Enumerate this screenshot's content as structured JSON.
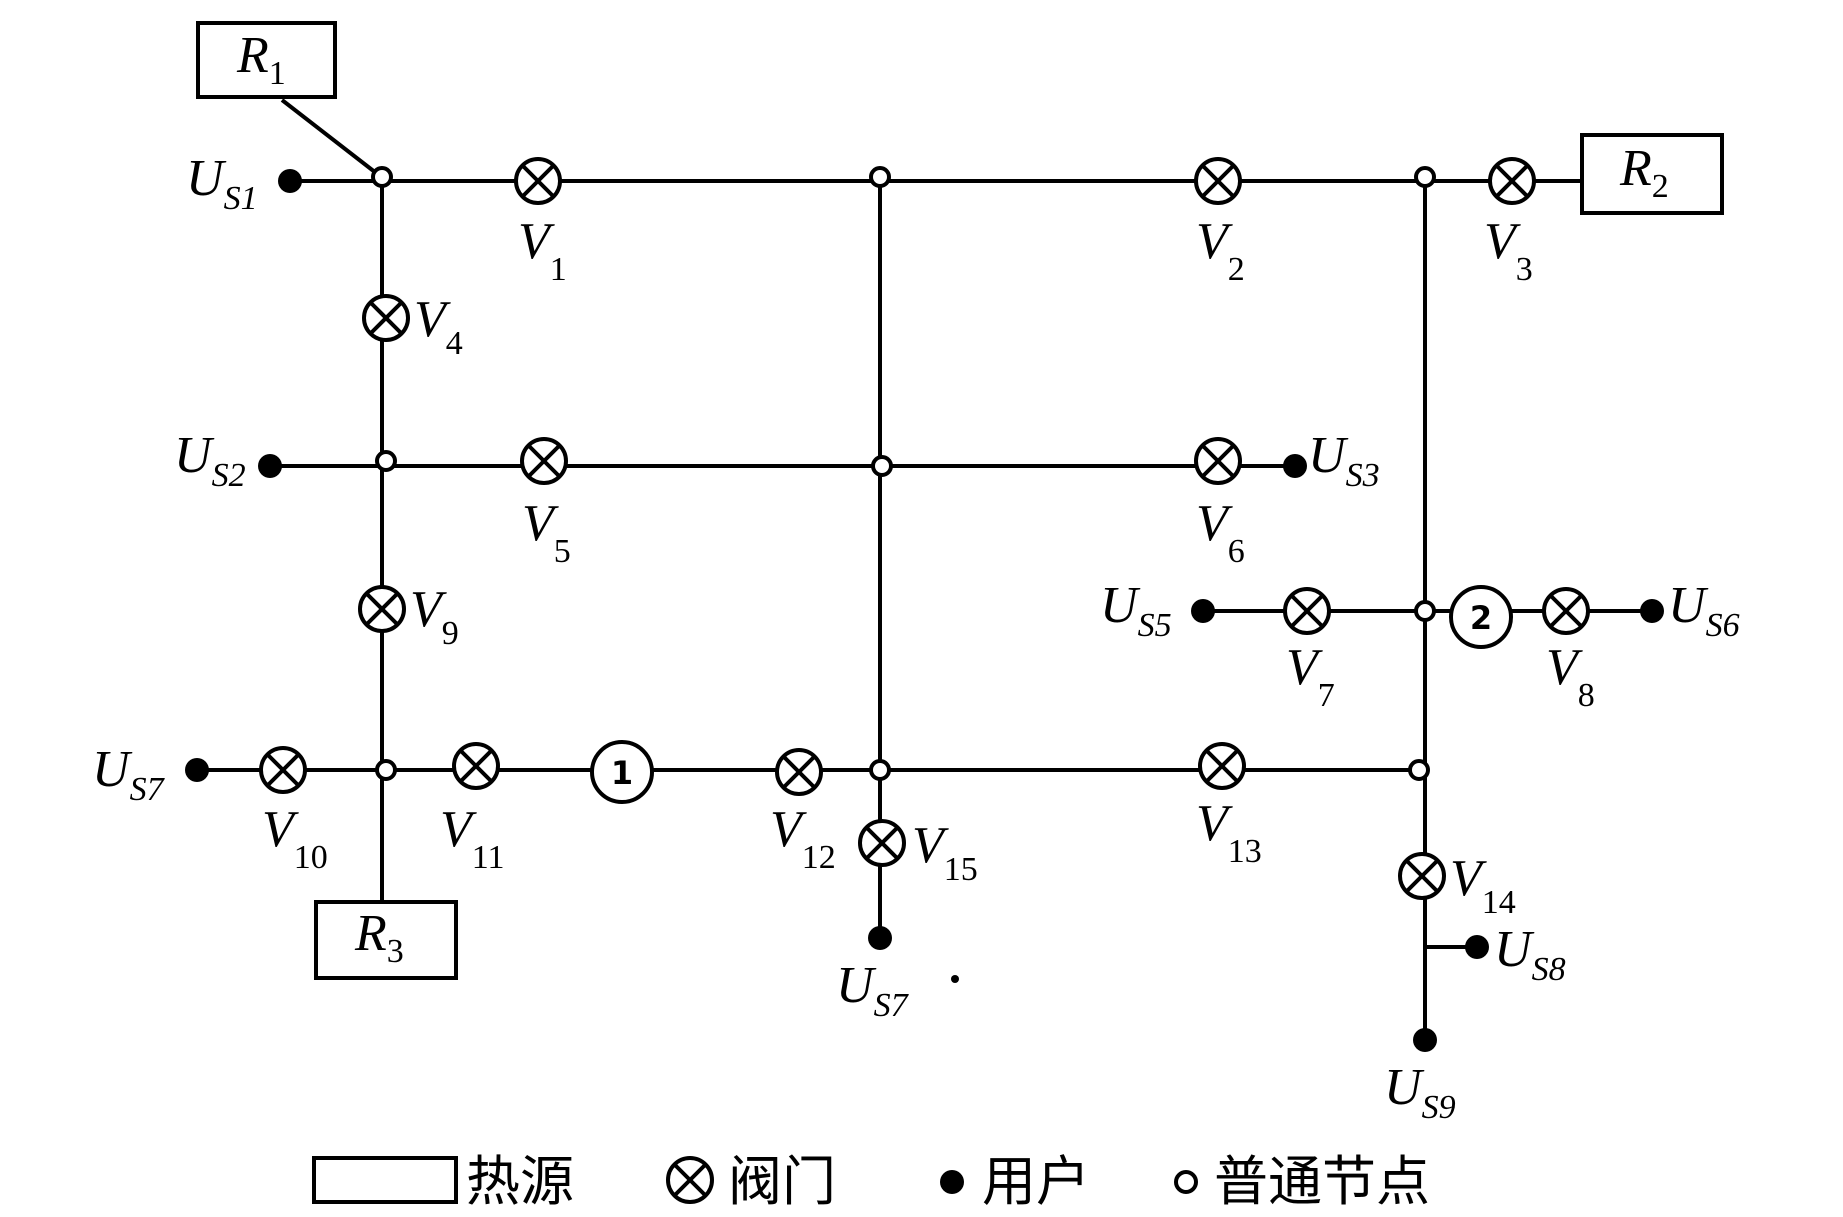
{
  "heat_sources": [
    {
      "id": "R1",
      "letter": "R",
      "sub": "1"
    },
    {
      "id": "R2",
      "letter": "R",
      "sub": "2"
    },
    {
      "id": "R3",
      "letter": "R",
      "sub": "3"
    }
  ],
  "valves": [
    {
      "id": "V1",
      "letter": "V",
      "sub": "1"
    },
    {
      "id": "V2",
      "letter": "V",
      "sub": "2"
    },
    {
      "id": "V3",
      "letter": "V",
      "sub": "3"
    },
    {
      "id": "V4",
      "letter": "V",
      "sub": "4"
    },
    {
      "id": "V5",
      "letter": "V",
      "sub": "5"
    },
    {
      "id": "V6",
      "letter": "V",
      "sub": "6"
    },
    {
      "id": "V7",
      "letter": "V",
      "sub": "7"
    },
    {
      "id": "V8",
      "letter": "V",
      "sub": "8"
    },
    {
      "id": "V9",
      "letter": "V",
      "sub": "9"
    },
    {
      "id": "V10",
      "letter": "V",
      "sub": "10"
    },
    {
      "id": "V11",
      "letter": "V",
      "sub": "11"
    },
    {
      "id": "V12",
      "letter": "V",
      "sub": "12"
    },
    {
      "id": "V13",
      "letter": "V",
      "sub": "13"
    },
    {
      "id": "V14",
      "letter": "V",
      "sub": "14"
    },
    {
      "id": "V15",
      "letter": "V",
      "sub": "15"
    }
  ],
  "users": [
    {
      "id": "US1",
      "letter": "U",
      "sub": "S1"
    },
    {
      "id": "US2",
      "letter": "U",
      "sub": "S2"
    },
    {
      "id": "US3",
      "letter": "U",
      "sub": "S3"
    },
    {
      "id": "US5",
      "letter": "U",
      "sub": "S5"
    },
    {
      "id": "US6",
      "letter": "U",
      "sub": "S6"
    },
    {
      "id": "US7a",
      "letter": "U",
      "sub": "S7"
    },
    {
      "id": "US7b",
      "letter": "U",
      "sub": "S7"
    },
    {
      "id": "US8",
      "letter": "U",
      "sub": "S8"
    },
    {
      "id": "US9",
      "letter": "U",
      "sub": "S9"
    }
  ],
  "pumps": [
    {
      "id": "P1",
      "label": "1"
    },
    {
      "id": "P2",
      "label": "2"
    }
  ],
  "legend": {
    "heat_source": "热源",
    "valve": "阀门",
    "user": "用户",
    "node": "普通节点"
  }
}
